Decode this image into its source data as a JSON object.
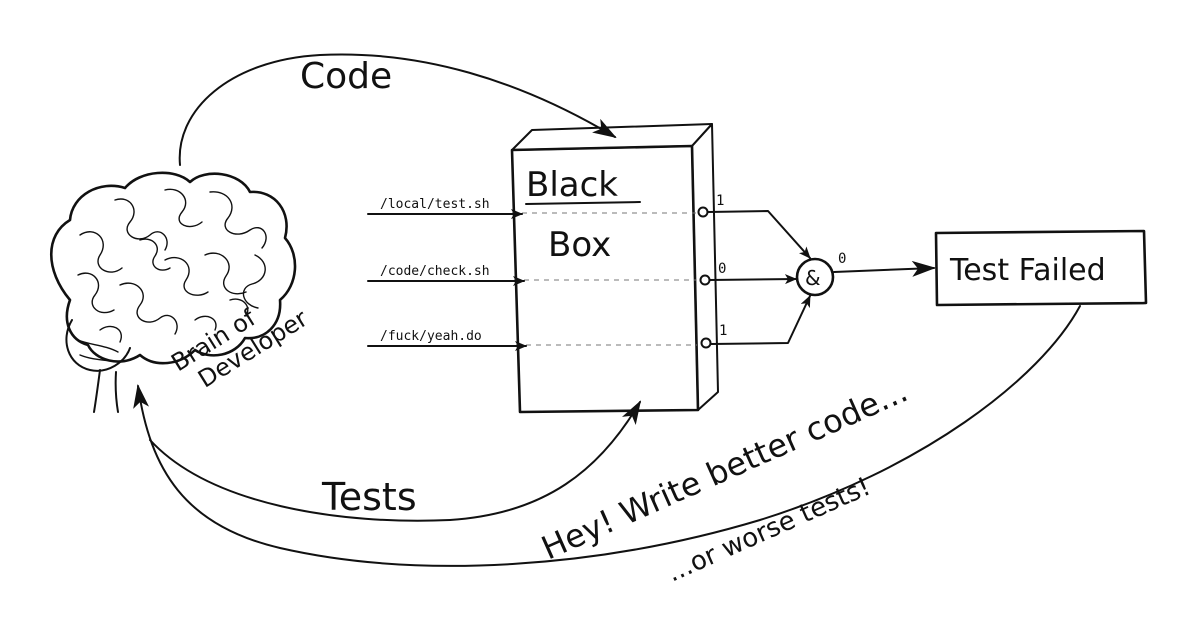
{
  "labels": {
    "code": "Code",
    "tests": "Tests",
    "box_line1": "Black",
    "box_line2": "Box",
    "brain_line1": "Brain of",
    "brain_line2": "Developer",
    "and_gate": "&",
    "result": "Test Failed",
    "feedback_line1": "Hey! Write better code...",
    "feedback_line2": "...or worse tests!"
  },
  "inputs": [
    {
      "path": "/local/test.sh"
    },
    {
      "path": "/code/check.sh"
    },
    {
      "path": "/fuck/yeah.do"
    }
  ],
  "outputs": [
    {
      "bit": "1"
    },
    {
      "bit": "0"
    },
    {
      "bit": "1"
    }
  ],
  "gate_output": "0",
  "colors": {
    "ink": "#111111",
    "paper": "#ffffff"
  }
}
